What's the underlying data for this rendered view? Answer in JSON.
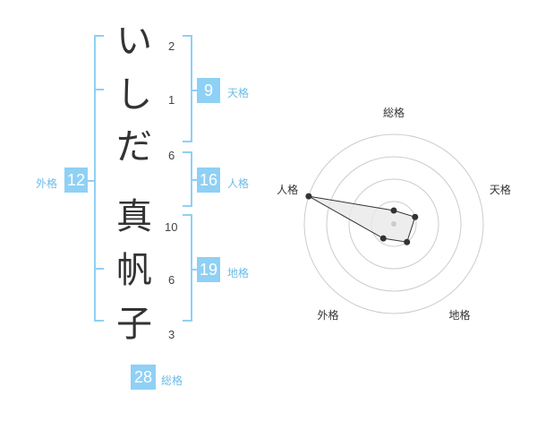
{
  "name": {
    "chars": [
      "い",
      "し",
      "だ",
      "真",
      "帆",
      "子"
    ],
    "strokes": [
      "2",
      "1",
      "6",
      "10",
      "6",
      "3"
    ]
  },
  "kaku": {
    "tenkaku": {
      "value": "9",
      "label": "天格"
    },
    "jinkaku": {
      "value": "16",
      "label": "人格"
    },
    "chikaku": {
      "value": "19",
      "label": "地格"
    },
    "gaikaku": {
      "value": "12",
      "label": "外格"
    },
    "soukaku": {
      "value": "28",
      "label": "総格"
    }
  },
  "chart_data": {
    "type": "radar",
    "axes": [
      "総格",
      "天格",
      "地格",
      "外格",
      "人格"
    ],
    "levels": 4,
    "values": [
      0.15,
      0.25,
      0.25,
      0.2,
      1.0
    ],
    "colors": {
      "line": "#333333",
      "fill": "#e8e8e8",
      "grid": "#cccccc",
      "point": "#333333",
      "center": "#cccccc"
    }
  },
  "colors": {
    "accent": "#8fd0f5",
    "bracket": "#6dbbe6",
    "label": "#6dbbe6"
  }
}
